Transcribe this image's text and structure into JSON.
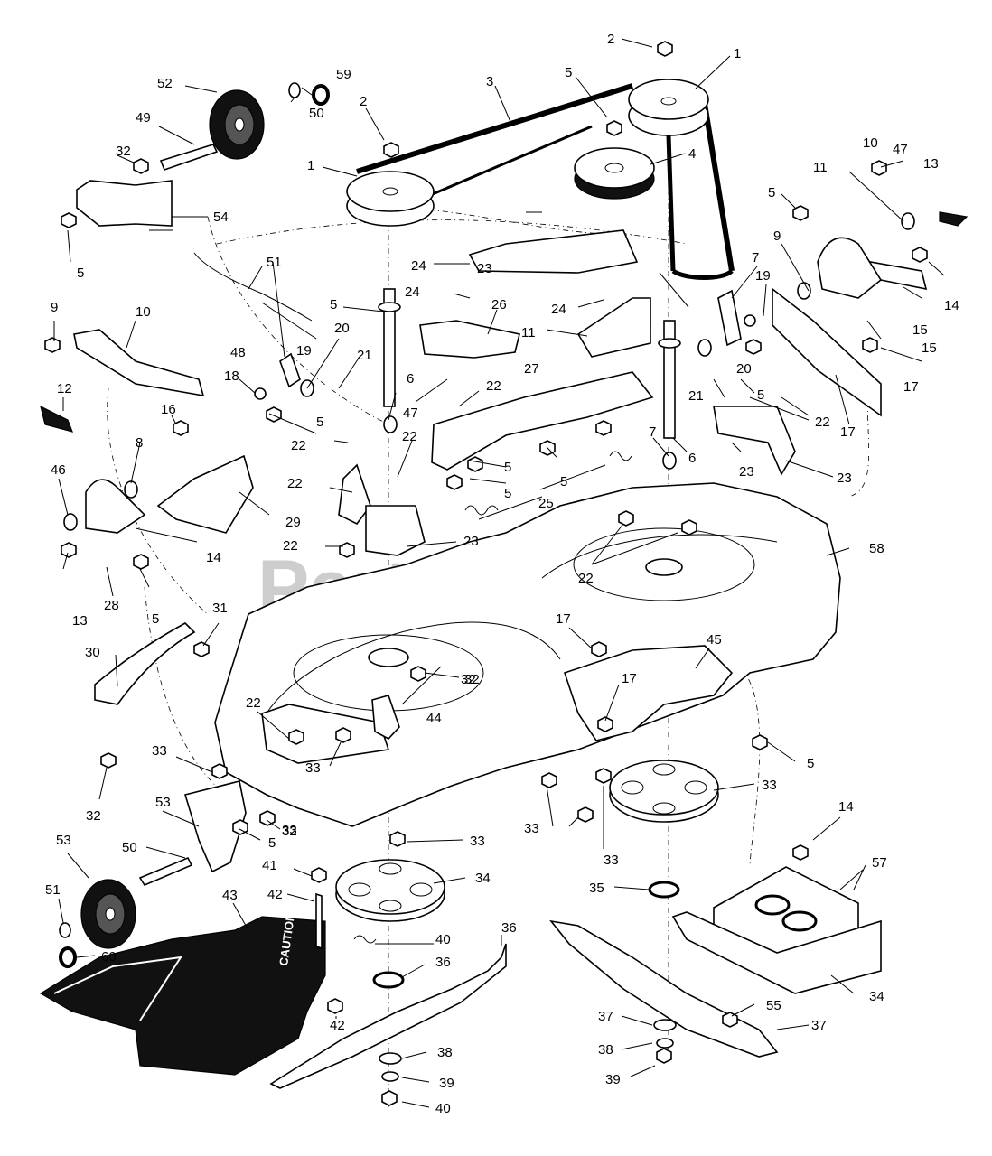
{
  "watermark": {
    "text": "PartsTree",
    "trademark": "TM"
  },
  "decal_text": "CAUTION",
  "callouts": [
    {
      "id": "c1a",
      "num": "1"
    },
    {
      "id": "c1b",
      "num": "1"
    },
    {
      "id": "c2a",
      "num": "2"
    },
    {
      "id": "c2b",
      "num": "2"
    },
    {
      "id": "c3",
      "num": "3"
    },
    {
      "id": "c4",
      "num": "4"
    },
    {
      "id": "c5a",
      "num": "5"
    },
    {
      "id": "c5b",
      "num": "5"
    },
    {
      "id": "c5c",
      "num": "5"
    },
    {
      "id": "c5d",
      "num": "5"
    },
    {
      "id": "c5e",
      "num": "5"
    },
    {
      "id": "c5f",
      "num": "5"
    },
    {
      "id": "c5g",
      "num": "5"
    },
    {
      "id": "c5h",
      "num": "5"
    },
    {
      "id": "c5i",
      "num": "5"
    },
    {
      "id": "c5j",
      "num": "5"
    },
    {
      "id": "c5k",
      "num": "5"
    },
    {
      "id": "c5l",
      "num": "5"
    },
    {
      "id": "c6a",
      "num": "6"
    },
    {
      "id": "c6b",
      "num": "6"
    },
    {
      "id": "c7a",
      "num": "7"
    },
    {
      "id": "c7b",
      "num": "7"
    },
    {
      "id": "c8",
      "num": "8"
    },
    {
      "id": "c9a",
      "num": "9"
    },
    {
      "id": "c9b",
      "num": "9"
    },
    {
      "id": "c10a",
      "num": "10"
    },
    {
      "id": "c10b",
      "num": "10"
    },
    {
      "id": "c11a",
      "num": "11"
    },
    {
      "id": "c11b",
      "num": "11"
    },
    {
      "id": "c12",
      "num": "12"
    },
    {
      "id": "c13a",
      "num": "13"
    },
    {
      "id": "c13b",
      "num": "13"
    },
    {
      "id": "c14a",
      "num": "14"
    },
    {
      "id": "c14b",
      "num": "14"
    },
    {
      "id": "c14c",
      "num": "14"
    },
    {
      "id": "c15a",
      "num": "15"
    },
    {
      "id": "c15b",
      "num": "15"
    },
    {
      "id": "c16",
      "num": "16"
    },
    {
      "id": "c17a",
      "num": "17"
    },
    {
      "id": "c17b",
      "num": "17"
    },
    {
      "id": "c17c",
      "num": "17"
    },
    {
      "id": "c17d",
      "num": "17"
    },
    {
      "id": "c18",
      "num": "18"
    },
    {
      "id": "c19a",
      "num": "19"
    },
    {
      "id": "c19b",
      "num": "19"
    },
    {
      "id": "c20a",
      "num": "20"
    },
    {
      "id": "c20b",
      "num": "20"
    },
    {
      "id": "c21a",
      "num": "21"
    },
    {
      "id": "c21b",
      "num": "21"
    },
    {
      "id": "c22a",
      "num": "22"
    },
    {
      "id": "c22b",
      "num": "22"
    },
    {
      "id": "c22c",
      "num": "22"
    },
    {
      "id": "c22d",
      "num": "22"
    },
    {
      "id": "c22e",
      "num": "22"
    },
    {
      "id": "c22f",
      "num": "22"
    },
    {
      "id": "c22g",
      "num": "22"
    },
    {
      "id": "c22h",
      "num": "22"
    },
    {
      "id": "c23a",
      "num": "23"
    },
    {
      "id": "c23b",
      "num": "23"
    },
    {
      "id": "c23c",
      "num": "23"
    },
    {
      "id": "c23d",
      "num": "23"
    },
    {
      "id": "c24a",
      "num": "24"
    },
    {
      "id": "c24b",
      "num": "24"
    },
    {
      "id": "c24c",
      "num": "24"
    },
    {
      "id": "c25",
      "num": "25"
    },
    {
      "id": "c26",
      "num": "26"
    },
    {
      "id": "c27",
      "num": "27"
    },
    {
      "id": "c28",
      "num": "28"
    },
    {
      "id": "c29",
      "num": "29"
    },
    {
      "id": "c30",
      "num": "30"
    },
    {
      "id": "c31",
      "num": "31"
    },
    {
      "id": "c32a",
      "num": "32"
    },
    {
      "id": "c32b",
      "num": "32"
    },
    {
      "id": "c32c",
      "num": "32"
    },
    {
      "id": "c32d",
      "num": "32"
    },
    {
      "id": "c32e",
      "num": "32"
    },
    {
      "id": "c33a",
      "num": "33"
    },
    {
      "id": "c33b",
      "num": "33"
    },
    {
      "id": "c33c",
      "num": "33"
    },
    {
      "id": "c33d",
      "num": "33"
    },
    {
      "id": "c33e",
      "num": "33"
    },
    {
      "id": "c33f",
      "num": "33"
    },
    {
      "id": "c33g",
      "num": "33"
    },
    {
      "id": "c34a",
      "num": "34"
    },
    {
      "id": "c34b",
      "num": "34"
    },
    {
      "id": "c35",
      "num": "35"
    },
    {
      "id": "c36a",
      "num": "36"
    },
    {
      "id": "c36b",
      "num": "36"
    },
    {
      "id": "c37a",
      "num": "37"
    },
    {
      "id": "c37b",
      "num": "37"
    },
    {
      "id": "c38a",
      "num": "38"
    },
    {
      "id": "c38b",
      "num": "38"
    },
    {
      "id": "c39a",
      "num": "39"
    },
    {
      "id": "c39b",
      "num": "39"
    },
    {
      "id": "c40a",
      "num": "40"
    },
    {
      "id": "c40b",
      "num": "40"
    },
    {
      "id": "c41",
      "num": "41"
    },
    {
      "id": "c42a",
      "num": "42"
    },
    {
      "id": "c42b",
      "num": "42"
    },
    {
      "id": "c43",
      "num": "43"
    },
    {
      "id": "c44",
      "num": "44"
    },
    {
      "id": "c45",
      "num": "45"
    },
    {
      "id": "c46",
      "num": "46"
    },
    {
      "id": "c47a",
      "num": "47"
    },
    {
      "id": "c47b",
      "num": "47"
    },
    {
      "id": "c48",
      "num": "48"
    },
    {
      "id": "c49",
      "num": "49"
    },
    {
      "id": "c50a",
      "num": "50"
    },
    {
      "id": "c50b",
      "num": "50"
    },
    {
      "id": "c51a",
      "num": "51"
    },
    {
      "id": "c51b",
      "num": "51"
    },
    {
      "id": "c52",
      "num": "52"
    },
    {
      "id": "c53a",
      "num": "53"
    },
    {
      "id": "c53b",
      "num": "53"
    },
    {
      "id": "c54",
      "num": "54"
    },
    {
      "id": "c55",
      "num": "55"
    },
    {
      "id": "c57",
      "num": "57"
    },
    {
      "id": "c58",
      "num": "58"
    },
    {
      "id": "c59",
      "num": "59"
    },
    {
      "id": "c60a",
      "num": "60"
    },
    {
      "id": "c60b",
      "num": "60"
    }
  ]
}
